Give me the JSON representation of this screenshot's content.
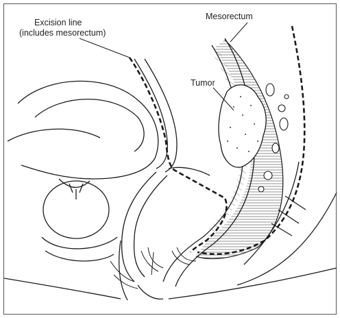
{
  "labels": {
    "excision_line_1": "Excision line",
    "excision_line_2": "(includes mesorectum)",
    "mesorectum": "Mesorectum",
    "tumor": "Tumor"
  },
  "colors": {
    "ink": "#1a1a1a",
    "frame": "#555555",
    "background": "#ffffff"
  }
}
